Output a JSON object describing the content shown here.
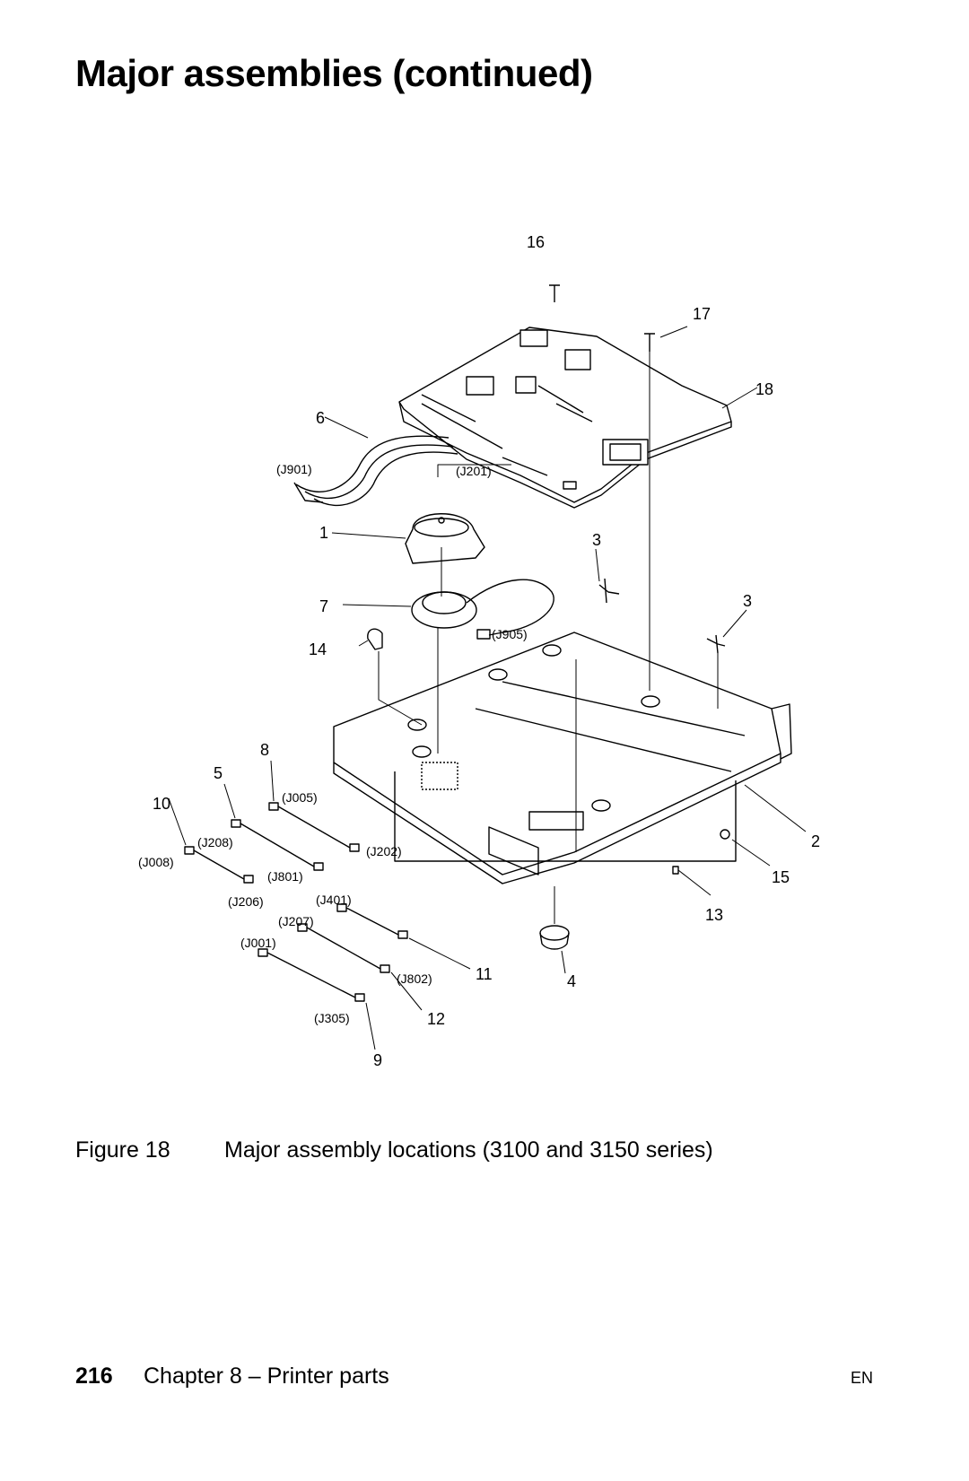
{
  "header": {
    "title": "Major assemblies (continued)"
  },
  "figure": {
    "callouts": {
      "c1": "1",
      "c2": "2",
      "c3a": "3",
      "c3b": "3",
      "c4": "4",
      "c5": "5",
      "c6": "6",
      "c7": "7",
      "c8": "8",
      "c9": "9",
      "c10": "10",
      "c11": "11",
      "c12": "12",
      "c13": "13",
      "c14": "14",
      "c15": "15",
      "c16": "16",
      "c17": "17",
      "c18": "18"
    },
    "connectors": {
      "j901": "(J901)",
      "j201": "(J201)",
      "j905": "(J905)",
      "j005": "(J005)",
      "j208": "(J208)",
      "j008": "(J008)",
      "j202": "(J202)",
      "j801": "(J801)",
      "j206": "(J206)",
      "j401": "(J401)",
      "j207": "(J207)",
      "j001": "(J001)",
      "j802": "(J802)",
      "j305": "(J305)"
    }
  },
  "caption": {
    "label": "Figure 18",
    "text": "Major assembly locations (3100 and 3150 series)"
  },
  "footer": {
    "page_number": "216",
    "chapter": "Chapter 8 –  Printer parts",
    "language": "EN"
  }
}
